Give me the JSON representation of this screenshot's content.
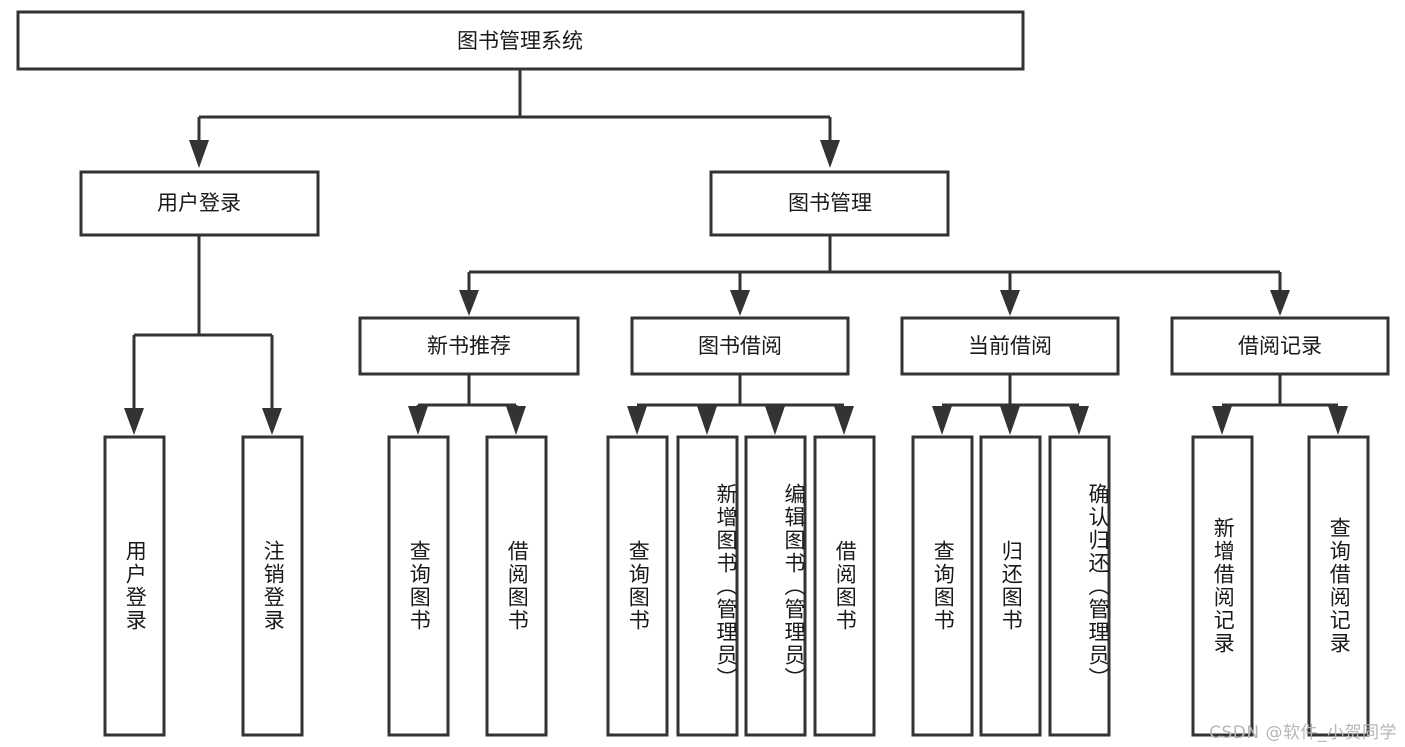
{
  "diagram": {
    "title": "图书管理系统",
    "type": "hierarchy-tree",
    "root": {
      "label": "图书管理系统"
    },
    "level2": [
      {
        "label": "用户登录"
      },
      {
        "label": "图书管理"
      }
    ],
    "level3": [
      {
        "label": "新书推荐"
      },
      {
        "label": "图书借阅"
      },
      {
        "label": "当前借阅"
      },
      {
        "label": "借阅记录"
      }
    ],
    "leaves": {
      "user_login": [
        {
          "label": "用户登录"
        },
        {
          "label": "注销登录"
        }
      ],
      "new_book_recommend": [
        {
          "label": "查询图书"
        },
        {
          "label": "借阅图书"
        }
      ],
      "book_borrow": [
        {
          "label": "查询图书"
        },
        {
          "label": "新增图书（管理员）"
        },
        {
          "label": "编辑图书（管理员）"
        },
        {
          "label": "借阅图书"
        }
      ],
      "current_borrow": [
        {
          "label": "查询图书"
        },
        {
          "label": "归还图书"
        },
        {
          "label": "确认归还（管理员）"
        }
      ],
      "borrow_record": [
        {
          "label": "新增借阅记录"
        },
        {
          "label": "查询借阅记录"
        }
      ]
    }
  },
  "watermark": {
    "text": "CSDN @软件_小贺同学"
  },
  "colors": {
    "stroke": "#333333",
    "fill": "#ffffff",
    "text": "#1a1a1a",
    "watermark": "#b6b6b6"
  }
}
